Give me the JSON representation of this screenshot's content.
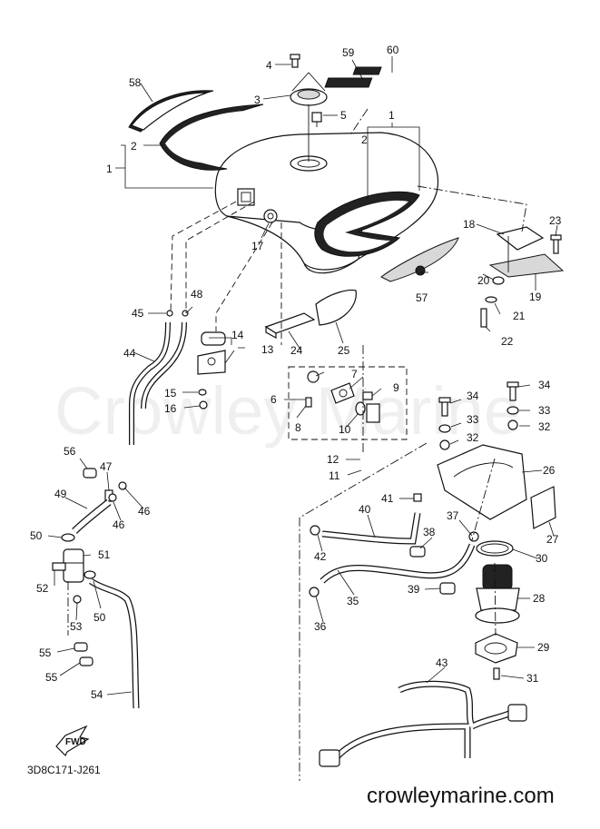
{
  "watermark": "Crowley Marine",
  "website": "crowleymarine.com",
  "diagram_code": "3D8C171-J261",
  "fwd_label": "FWD",
  "callouts": [
    {
      "id": "c1a",
      "text": "1"
    },
    {
      "id": "c1b",
      "text": "1"
    },
    {
      "id": "c2a",
      "text": "2"
    },
    {
      "id": "c2b",
      "text": "2"
    },
    {
      "id": "c3",
      "text": "3"
    },
    {
      "id": "c4",
      "text": "4"
    },
    {
      "id": "c5",
      "text": "5"
    },
    {
      "id": "c6",
      "text": "6"
    },
    {
      "id": "c7",
      "text": "7"
    },
    {
      "id": "c8",
      "text": "8"
    },
    {
      "id": "c9",
      "text": "9"
    },
    {
      "id": "c10",
      "text": "10"
    },
    {
      "id": "c11",
      "text": "11"
    },
    {
      "id": "c12",
      "text": "12"
    },
    {
      "id": "c13",
      "text": "13"
    },
    {
      "id": "c14",
      "text": "14"
    },
    {
      "id": "c15",
      "text": "15"
    },
    {
      "id": "c16",
      "text": "16"
    },
    {
      "id": "c17",
      "text": "17"
    },
    {
      "id": "c18",
      "text": "18"
    },
    {
      "id": "c19",
      "text": "19"
    },
    {
      "id": "c20",
      "text": "20"
    },
    {
      "id": "c21",
      "text": "21"
    },
    {
      "id": "c22",
      "text": "22"
    },
    {
      "id": "c23",
      "text": "23"
    },
    {
      "id": "c24",
      "text": "24"
    },
    {
      "id": "c25",
      "text": "25"
    },
    {
      "id": "c26",
      "text": "26"
    },
    {
      "id": "c27",
      "text": "27"
    },
    {
      "id": "c28",
      "text": "28"
    },
    {
      "id": "c29",
      "text": "29"
    },
    {
      "id": "c30",
      "text": "30"
    },
    {
      "id": "c31",
      "text": "31"
    },
    {
      "id": "c32a",
      "text": "32"
    },
    {
      "id": "c32b",
      "text": "32"
    },
    {
      "id": "c33a",
      "text": "33"
    },
    {
      "id": "c33b",
      "text": "33"
    },
    {
      "id": "c34a",
      "text": "34"
    },
    {
      "id": "c34b",
      "text": "34"
    },
    {
      "id": "c35",
      "text": "35"
    },
    {
      "id": "c36",
      "text": "36"
    },
    {
      "id": "c37",
      "text": "37"
    },
    {
      "id": "c38",
      "text": "38"
    },
    {
      "id": "c39",
      "text": "39"
    },
    {
      "id": "c40",
      "text": "40"
    },
    {
      "id": "c41",
      "text": "41"
    },
    {
      "id": "c42",
      "text": "42"
    },
    {
      "id": "c43",
      "text": "43"
    },
    {
      "id": "c44",
      "text": "44"
    },
    {
      "id": "c45",
      "text": "45"
    },
    {
      "id": "c46a",
      "text": "46"
    },
    {
      "id": "c46b",
      "text": "46"
    },
    {
      "id": "c47",
      "text": "47"
    },
    {
      "id": "c48",
      "text": "48"
    },
    {
      "id": "c49",
      "text": "49"
    },
    {
      "id": "c50a",
      "text": "50"
    },
    {
      "id": "c50b",
      "text": "50"
    },
    {
      "id": "c51",
      "text": "51"
    },
    {
      "id": "c52",
      "text": "52"
    },
    {
      "id": "c53",
      "text": "53"
    },
    {
      "id": "c54",
      "text": "54"
    },
    {
      "id": "c55a",
      "text": "55"
    },
    {
      "id": "c55b",
      "text": "55"
    },
    {
      "id": "c56",
      "text": "56"
    },
    {
      "id": "c57",
      "text": "57"
    },
    {
      "id": "c58",
      "text": "58"
    },
    {
      "id": "c59",
      "text": "59"
    },
    {
      "id": "c60",
      "text": "60"
    }
  ]
}
